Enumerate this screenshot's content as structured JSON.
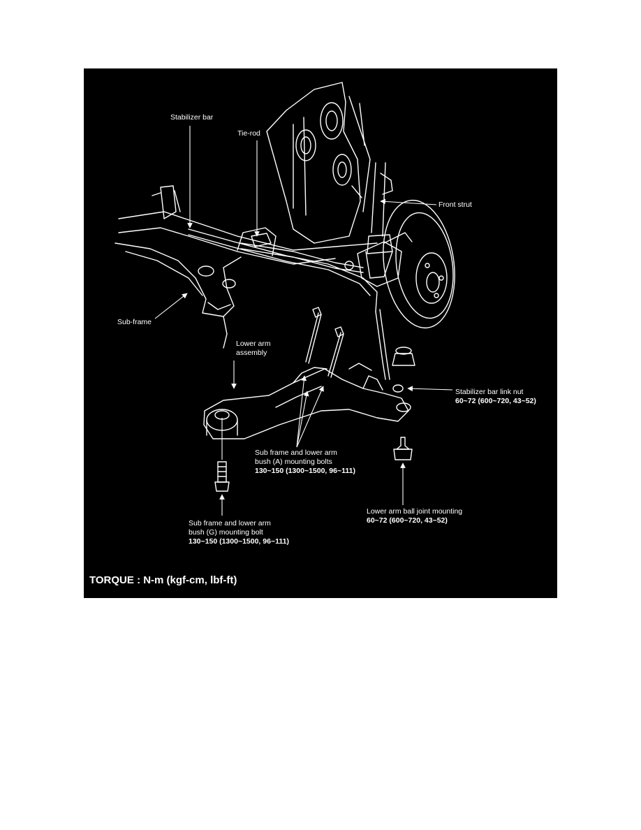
{
  "labels": {
    "stabilizer_bar": "Stabilizer bar",
    "tie_rod": "Tie-rod",
    "front_strut": "Front strut",
    "sub_frame": "Sub-frame",
    "lower_arm_line1": "Lower arm",
    "lower_arm_line2": "assembly",
    "link_nut_name": "Stabilizer bar link nut",
    "link_nut_spec": "60~72 (600~720, 43~52)",
    "bush_a_line1": "Sub frame and lower arm",
    "bush_a_line2": "bush (A) mounting bolts",
    "bush_a_spec": "130~150 (1300~1500, 96~111)",
    "ball_joint_name": "Lower arm ball joint mounting",
    "ball_joint_spec": "60~72 (600~720, 43~52)",
    "bush_g_line1": "Sub frame and lower arm",
    "bush_g_line2": "bush (G) mounting bolt",
    "bush_g_spec": "130~150 (1300~1500, 96~111)",
    "torque_units": "TORQUE : N-m (kgf-cm, lbf-ft)"
  },
  "colors": {
    "background": "#000000",
    "line": "#ffffff",
    "page": "#ffffff"
  }
}
